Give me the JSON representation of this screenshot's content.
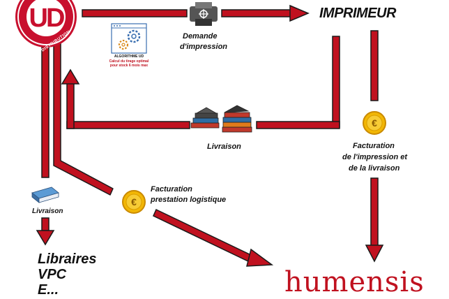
{
  "logo": {
    "letters": "UD",
    "subtitle": "DISTRIBUTION",
    "color": "#c8102e"
  },
  "nodes": {
    "imprimeur": "IMPRIMEUR",
    "destinations": [
      "Libraires",
      "VPC",
      "E..."
    ],
    "humensis": "humensis"
  },
  "labels": {
    "demande_line1": "Demande",
    "demande_line2": "d'impression",
    "livraison_center": "Livraison",
    "livraison_left": "Livraison",
    "factu_impr_line1": "Facturation",
    "factu_impr_line2": "de l'impression et",
    "factu_impr_line3": "de la livraison",
    "factu_log_line1": "Facturation",
    "factu_log_line2": "prestation logistique"
  },
  "algorithm": {
    "title": "ALGORITHME UD",
    "line1": "Calcul du tirage optimal",
    "line2": "pour stock 6 mois max"
  },
  "icons": [
    "printer-icon",
    "gears-icon",
    "books-icon",
    "book-icon",
    "euro-coin-icon"
  ],
  "colors": {
    "arrow_fill": "#c0111f",
    "arrow_outline": "#1a1a1a",
    "coin": "#f2b705",
    "humensis_red": "#c0111f"
  }
}
